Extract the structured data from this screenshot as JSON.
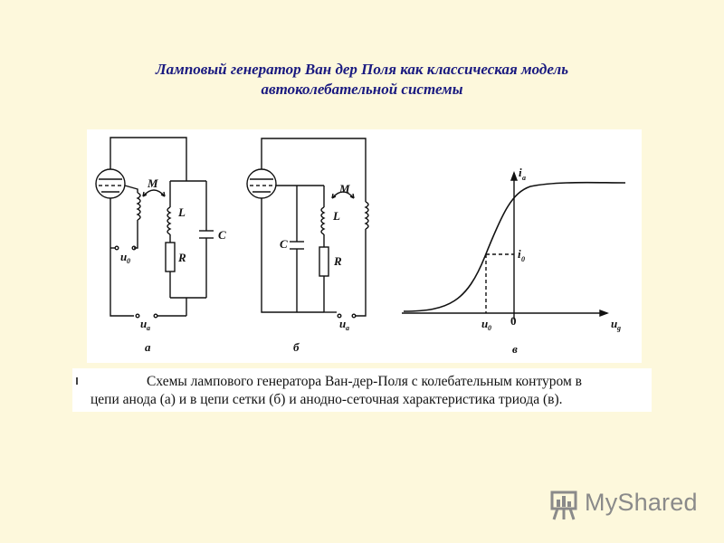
{
  "slide": {
    "title_line1": "Ламповый генератор Ван дер Поля как классическая модель",
    "title_line2": "автоколебательной системы"
  },
  "figure": {
    "panel_a": {
      "label": "а",
      "M": "M",
      "L": "L",
      "C": "C",
      "R": "R",
      "u0": "u",
      "u0_sub": "0",
      "ua": "u",
      "ua_sub": "a"
    },
    "panel_b": {
      "label": "б",
      "M": "M",
      "L": "L",
      "C": "C",
      "R": "R",
      "ua": "u",
      "ua_sub": "a"
    },
    "panel_v": {
      "label": "в",
      "ia": "i",
      "ia_sub": "a",
      "i0": "i",
      "i0_sub": "0",
      "u0": "u",
      "u0_sub": "0",
      "zero": "0",
      "ug": "u",
      "ug_sub": "g"
    }
  },
  "caption": {
    "line1": "Схемы лампового генератора Ван-дер-Поля с колебательным контуром в",
    "line2": "цепи анода (а) и в цепи сетки (б) и анодно-сеточная характеристика триода (в)."
  },
  "watermark": {
    "brand": "MyShared",
    "icon": "presentation-board-icon"
  }
}
